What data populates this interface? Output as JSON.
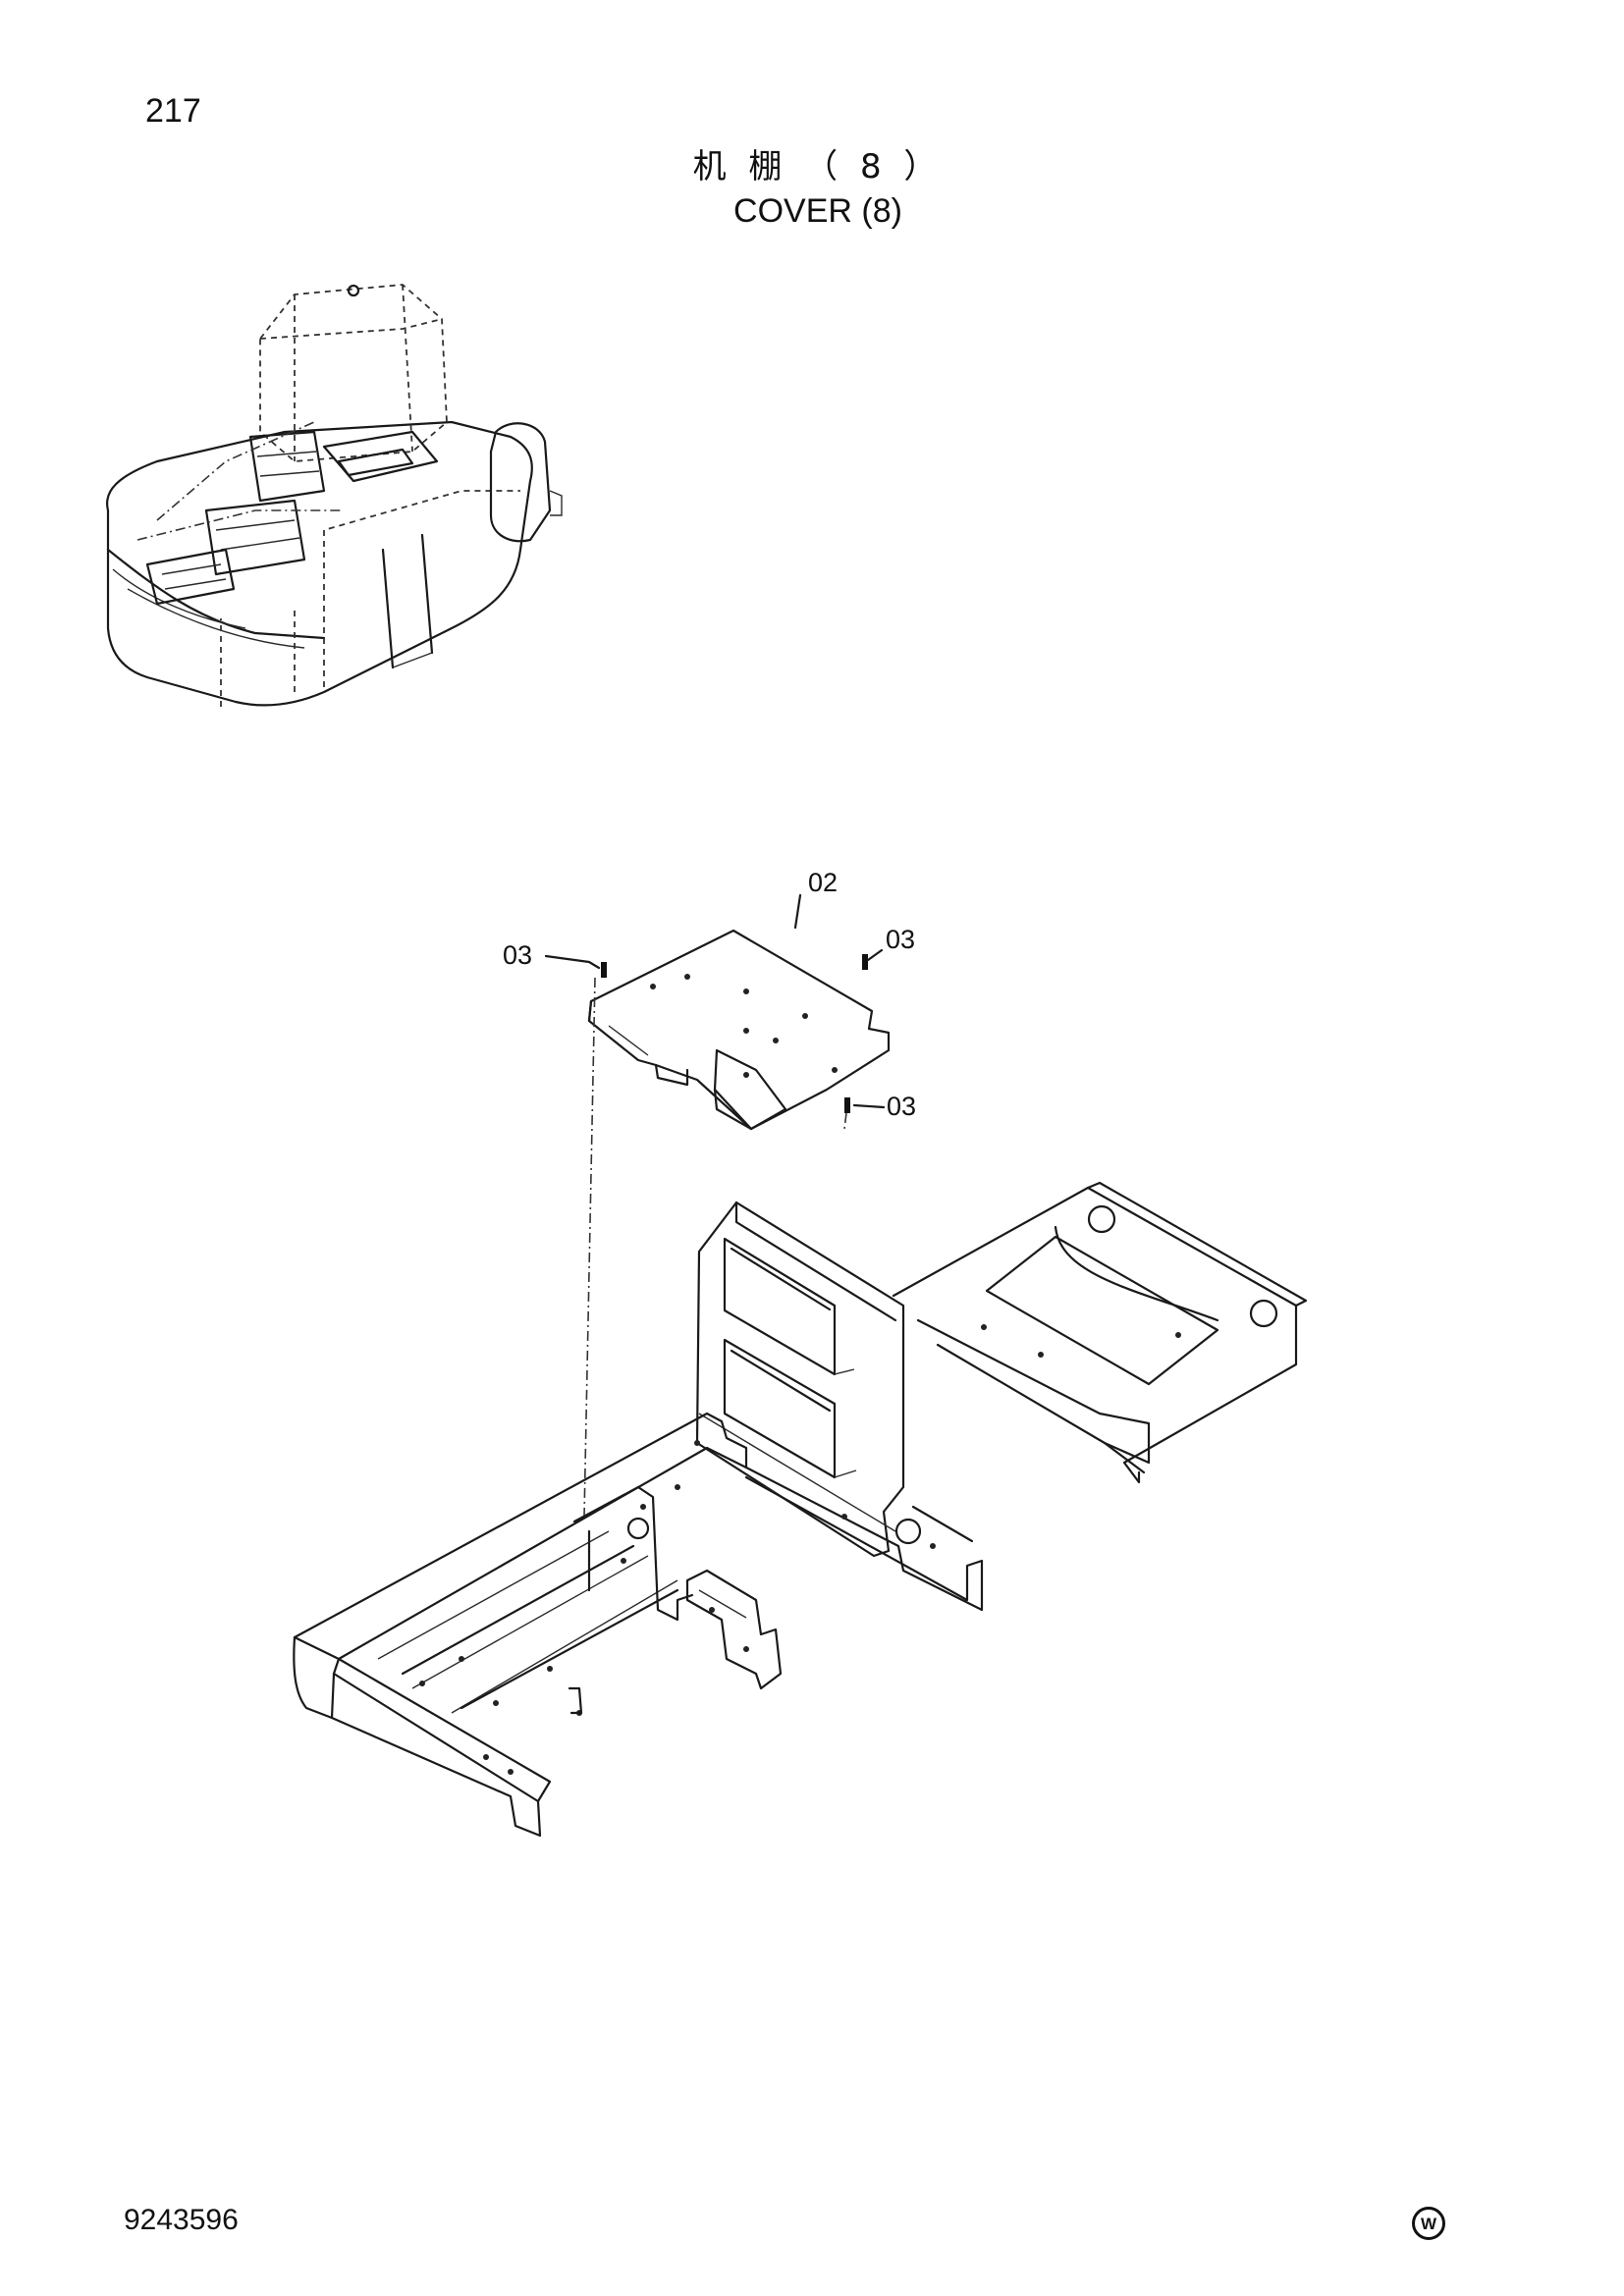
{
  "header": {
    "page_number": "217",
    "title_cn": "机 棚 （ 8 ）",
    "title_en": "COVER (8)"
  },
  "callouts": {
    "c02": "02",
    "c03_left": "03",
    "c03_right": "03",
    "c03_bottom": "03"
  },
  "footer": {
    "doc_number": "9243596",
    "logo_letter": "W"
  }
}
